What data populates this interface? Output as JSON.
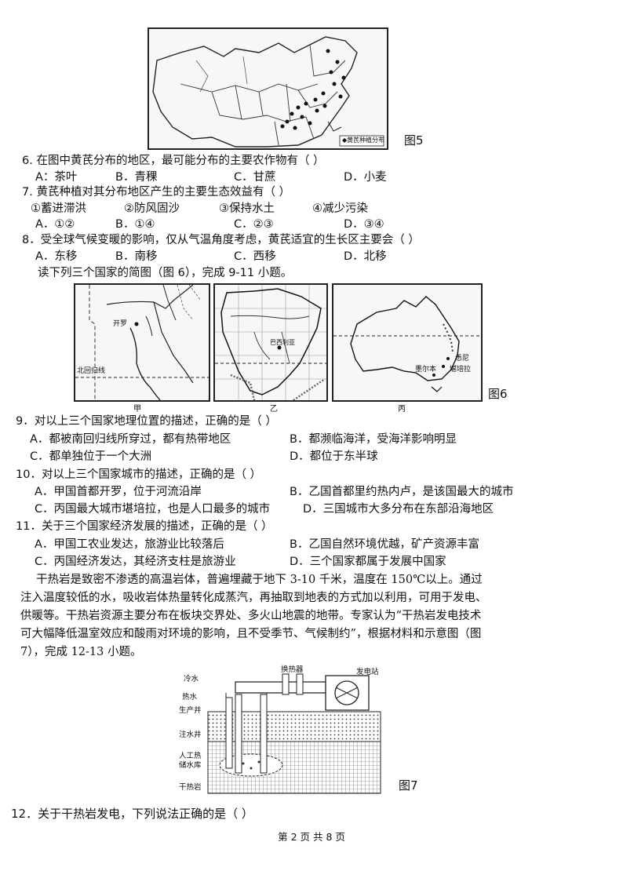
{
  "fig5": {
    "label": "图5",
    "legend": "◆黄芪种植分布"
  },
  "q6": {
    "stem": "6. 在图中黄芪分布的地区，最可能分布的主要农作物有（  ）",
    "options": [
      "A：茶叶",
      "B．青稞",
      "C．甘蔗",
      "D．小麦"
    ]
  },
  "q7": {
    "stem": "7. 黄芪种植对其分布地区产生的主要生态效益有（   ）",
    "effects": [
      "①蓄进滞洪",
      "②防风固沙",
      "③保持水土",
      "④减少污染"
    ],
    "options": [
      "A．①②",
      "B．①④",
      "C．②③",
      "D．③④"
    ]
  },
  "q8": {
    "stem": "8．受全球气候变暖的影响，仅从气温角度考虑，黄芪适宜的生长区主要会（   ）",
    "options": [
      "A．东移",
      "B．南移",
      "C．西移",
      "D．北移"
    ]
  },
  "intro_9_11": "读下列三个国家的简图（图 6），完成 9-11 小题。",
  "fig6": {
    "label": "图6",
    "egypt": {
      "name": "甲",
      "city": "开罗",
      "tropic": "北回归线"
    },
    "brazil": {
      "name": "乙",
      "city": "巴西利亚"
    },
    "australia": {
      "name": "丙",
      "city1": "悉尼",
      "city2": "墨尔本",
      "city3": "堪培拉"
    }
  },
  "q9": {
    "stem": "9．对以上三个国家地理位置的描述，正确的是（     ）",
    "options": [
      "A．都被南回归线所穿过，都有热带地区",
      "B．都濒临海洋，受海洋影响明显",
      "C．都单独位于一个大洲",
      "D．都位于东半球"
    ]
  },
  "q10": {
    "stem": "10．对以上三个国家城市的描述，正确的是（  ）",
    "options": [
      "A．甲国首都开罗，位于河流沿岸",
      "B．乙国首都里约热内卢，是该国最大的城市",
      "C．丙国最大城市堪培拉，也是人口最多的城市",
      "D．三国城市大多分布在东部沿海地区"
    ]
  },
  "q11": {
    "stem": "11．关于三个国家经济发展的描述，正确的是（  ）",
    "options": [
      "A．甲国工农业发达，旅游业比较落后",
      "B．乙国自然环境优越，矿产资源丰富",
      "C．丙国经济发达，其经济支柱是旅游业",
      "D．三个国家都属于发展中国家"
    ]
  },
  "passage": [
    "干热岩是致密不渗透的高温岩体，普遍埋藏于地下 3-10 千米，温度在 150℃以上。通过",
    "注入温度较低的水，吸收岩体热量转化成蒸汽，再抽取到地表的方式加以利用，可用于发电、",
    "供暖等。干热岩资源主要分布在板块交界处、多火山地震的地带。专家认为“干热岩发电技术",
    "可大幅降低温室效应和酸雨对环境的影响，且不受季节、气候制约”，根据材料和示意图（图",
    "7），完成 12-13 小题。"
  ],
  "fig7": {
    "label": "图7",
    "labels": {
      "cold_water": "冷水",
      "heat_exchanger": "换热器",
      "power_station": "发电站",
      "hot_water": "热水",
      "production_well": "生产井",
      "injection_well": "注水井",
      "reservoir_1": "人工热",
      "reservoir_2": "储水库",
      "dry_rock": "干热岩"
    }
  },
  "q12": {
    "stem": "12．关于干热岩发电，下列说法正确的是（  ）"
  },
  "footer": "第 2 页 共 8 页"
}
